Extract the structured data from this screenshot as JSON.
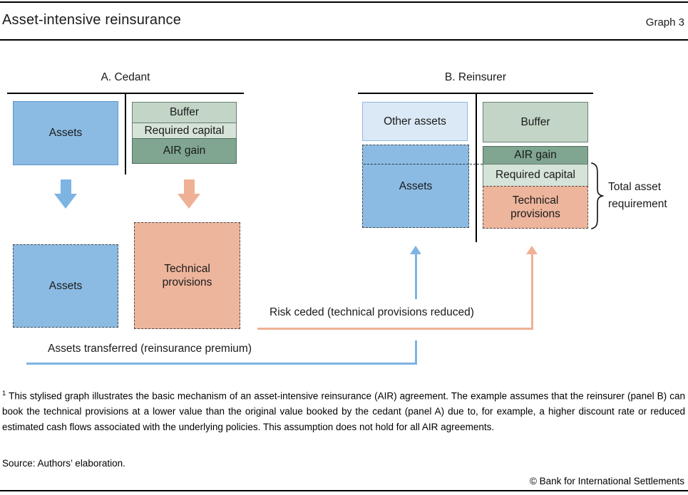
{
  "header": {
    "title": "Asset-intensive reinsurance",
    "graph_label": "Graph 3"
  },
  "panel_a": {
    "title": "A. Cedant",
    "assets_before_label": "Assets",
    "buffer_label": "Buffer",
    "required_capital_label": "Required capital",
    "air_gain_label": "AIR gain",
    "assets_after_label": "Assets",
    "technical_provisions_label": "Technical provisions"
  },
  "panel_b": {
    "title": "B. Reinsurer",
    "other_assets_label": "Other assets",
    "assets_label": "Assets",
    "buffer_label": "Buffer",
    "air_gain_label": "AIR gain",
    "required_capital_label": "Required capital",
    "technical_provisions_label": "Technical provisions",
    "brace_label_line1": "Total asset",
    "brace_label_line2": "requirement"
  },
  "flows": {
    "risk_ceded_label": "Risk ceded (technical provisions reduced)",
    "assets_transferred_label": "Assets transferred (reinsurance premium)"
  },
  "footnote": {
    "marker": "1",
    "text": "This stylised graph illustrates the basic mechanism of an asset-intensive reinsurance (AIR) agreement. The example assumes that the reinsurer (panel B) can book the technical provisions at a lower value than the original value booked by the cedant (panel A) due to, for example, a higher discount rate or reduced estimated cash flows associated with the underlying policies. This assumption does not hold for all AIR agreements."
  },
  "source": "Source: Authors’ elaboration.",
  "copyright": "© Bank for International Settlements",
  "colors": {
    "blue_fill": "#8bbbe3",
    "blue_border": "#5e96c8",
    "lightblue_fill": "#dbe9f6",
    "lightblue_border": "#90b9e0",
    "green_light": "#c2d5c7",
    "green_lighter": "#d5e3d8",
    "green_dark": "#80a591",
    "green_border": "#66816f",
    "green_border2": "#4e6e5e",
    "salmon_fill": "#edb59c",
    "dash_border": "#4a4a4a",
    "blue_line": "#7db4e2",
    "orange_line": "#efb195"
  }
}
